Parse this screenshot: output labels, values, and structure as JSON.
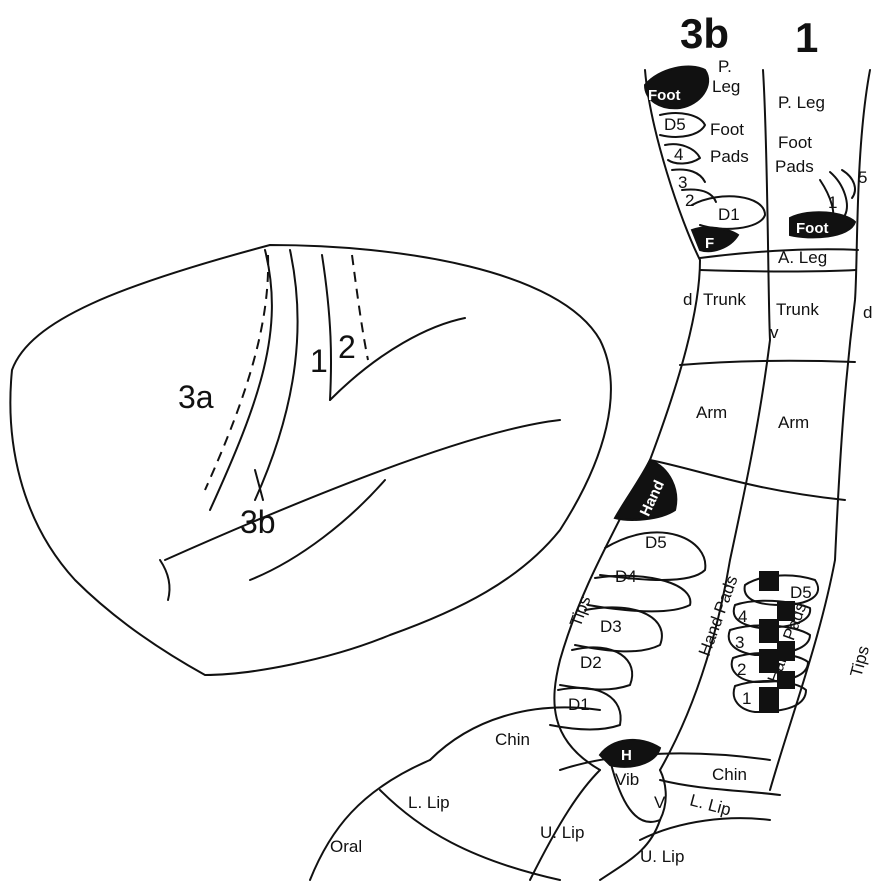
{
  "colors": {
    "ink": "#111111",
    "paper": "#ffffff"
  },
  "brain": {
    "areas": {
      "a3a": "3a",
      "a3b": "3b",
      "a1": "1",
      "a2": "2"
    }
  },
  "map": {
    "headers": {
      "area3b": "3b",
      "area1": "1"
    },
    "area3b": {
      "p_leg_1": "P.",
      "p_leg_2": "Leg",
      "foot": "Foot",
      "d5": "D5",
      "foot_pads_1": "Foot",
      "foot_pads_2": "Pads",
      "d4": "4",
      "d3": "3",
      "d2": "2",
      "d1": "D1",
      "f": "F",
      "d": "d",
      "trunk": "Trunk",
      "v": "v",
      "arm": "Arm",
      "hand": "Hand",
      "hd5": "D5",
      "hd4": "D4",
      "hd3": "D3",
      "hd2": "D2",
      "hd1": "D1",
      "tips": "Tips",
      "hand_pads": "Hand Pads",
      "h": "H",
      "chin": "Chin",
      "vib": "Vib",
      "l_lip": "L. Lip",
      "u_lip": "U. Lip",
      "oral": "Oral"
    },
    "area1": {
      "p_leg": "P. Leg",
      "foot_pads_1": "Foot",
      "foot_pads_2": "Pads",
      "n5": "5",
      "n1": "1",
      "foot": "Foot",
      "a_leg": "A. Leg",
      "trunk": "Trunk",
      "d": "d",
      "arm": "Arm",
      "hand_pads": "Hand Pads",
      "hd5": "D5",
      "hd4": "4",
      "hd3": "3",
      "hd2": "2",
      "hd1": "1",
      "tips": "Tips",
      "chin": "Chin",
      "v": "V",
      "l_lip": "L. Lip",
      "u_lip": "U. Lip"
    }
  }
}
